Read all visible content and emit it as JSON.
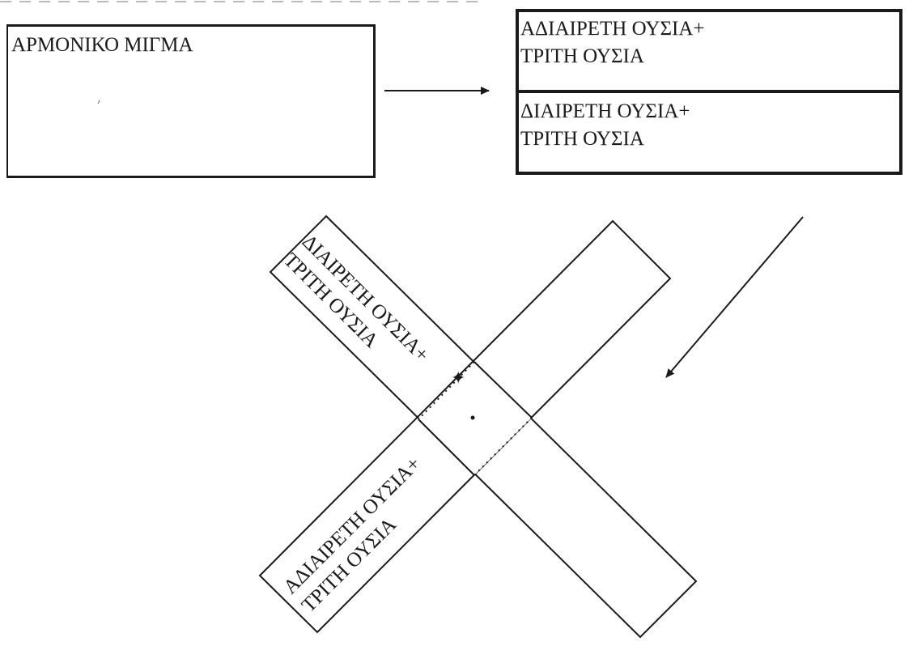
{
  "mixture_box": {
    "label": "ΑΡΜΟΝΙΚΟ ΜΙΓΜΑ"
  },
  "result_box": {
    "upper": {
      "line1": "ΑΔΙΑΙΡΕΤΗ ΟΥΣΙΑ+",
      "line2": "ΤΡΙΤΗ ΟΥΣΙΑ"
    },
    "lower": {
      "line1": "ΔΙΑΙΡΕΤΗ ΟΥΣΙΑ+",
      "line2": "ΤΡΙΤΗ ΟΥΣΙΑ"
    }
  },
  "cross": {
    "upper_arm": {
      "line1": "ΔΙΑΙΡΕΤΗ ΟΥΣΙΑ+",
      "line2": "ΤΡΙΤΗ ΟΥΣΙΑ"
    },
    "lower_arm": {
      "line1": "ΑΔΙΑΙΡΕΤΗ ΟΥΣΙΑ+",
      "line2": "ΤΡΙΤΗ ΟΥΣΙΑ"
    }
  }
}
